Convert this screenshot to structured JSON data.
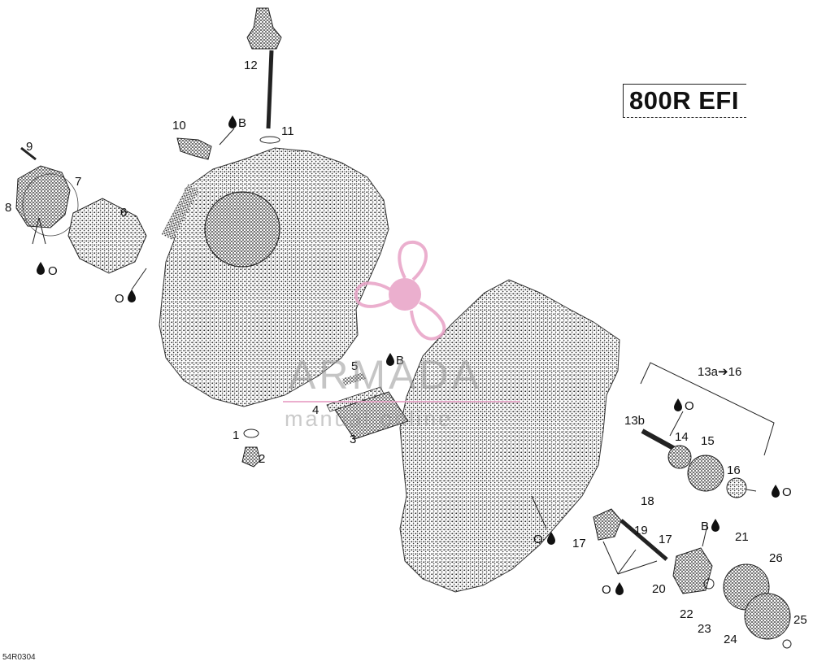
{
  "model": "800R EFI",
  "reference_code": "54R0304",
  "watermark": {
    "brand": "ARMADA",
    "subtitle": "manual online",
    "accent": "#e8a2c6"
  },
  "part_labels": [
    "1",
    "2",
    "3",
    "4",
    "5",
    "6",
    "7",
    "8",
    "9",
    "10",
    "11",
    "12",
    "13a",
    "13b",
    "14",
    "15",
    "16",
    "17",
    "17",
    "18",
    "19",
    "20",
    "21",
    "22",
    "23",
    "24",
    "25",
    "26"
  ],
  "group_label": "13a➔16",
  "lubricant_marks": {
    "oil": "O",
    "grease_b": "B",
    "drop_icon": "oil-drop-icon"
  },
  "colors": {
    "ink": "#111111",
    "hatch": "#222222"
  }
}
